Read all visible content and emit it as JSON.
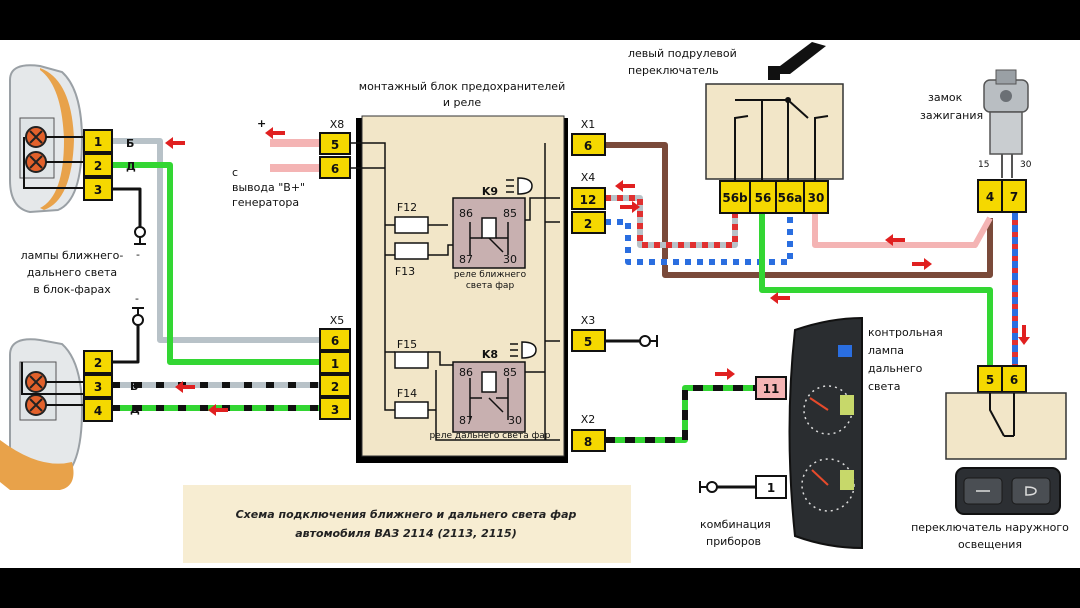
{
  "labels": {
    "block_title_1": "монтажный блок предохранителей",
    "block_title_2": "и реле",
    "gen_1": "с",
    "gen_2": "вывода \"В+\"",
    "gen_3": "генератора",
    "lamps_1": "лампы ближнего-",
    "lamps_2": "дальнего света",
    "lamps_3": "в блок-фарах",
    "switch_1": "левый подрулевой",
    "switch_2": "переключатель",
    "ign_1": "замок",
    "ign_2": "зажигания",
    "ctrl_1": "контрольная",
    "ctrl_2": "лампа",
    "ctrl_3": "дальнего",
    "ctrl_4": "света",
    "combo_1": "комбинация",
    "combo_2": "приборов",
    "outer_1": "переключатель наружного",
    "outer_2": "освещения",
    "caption_1": "Схема подключения ближнего и дальнего света  фар",
    "caption_2": "автомобиля ВАЗ 2114 (2113, 2115)",
    "relay_near": "реле ближнего",
    "relay_near_2": "света фар",
    "relay_far": "реле дальнего света фар"
  },
  "block": {
    "x8": "X8",
    "x5": "X5",
    "x1": "X1",
    "x4": "X4",
    "x3": "X3",
    "x2": "X2",
    "f12": "F12",
    "f13": "F13",
    "f14": "F14",
    "f15": "F15",
    "k9": "K9",
    "k8": "K8",
    "r86": "86",
    "r85": "85",
    "r87": "87",
    "r30": "30"
  },
  "pins": {
    "x8": [
      "5",
      "6"
    ],
    "x5": [
      "6",
      "1",
      "2",
      "3"
    ],
    "x1": "6",
    "x4": [
      "12",
      "2"
    ],
    "x3": "5",
    "x2": "8",
    "headlamp_top": [
      "1",
      "2",
      "3"
    ],
    "headlamp_bottom": [
      "2",
      "3",
      "4"
    ],
    "wire_tags": [
      "Б",
      "Д",
      "Б",
      "Д"
    ],
    "switch": [
      "56b",
      "56",
      "56a",
      "30"
    ],
    "ignition": [
      "4",
      "7"
    ],
    "ignition_terminals": [
      "15",
      "30"
    ],
    "instr_11": "11",
    "instr_1": "1",
    "outer": [
      "5",
      "6"
    ],
    "polarity": [
      "+",
      "-",
      "-",
      "-",
      "-"
    ]
  },
  "colors": {
    "background": "#ffffff",
    "block_fill": "#f2e6c8",
    "connector": "#f5d800",
    "wire_green": "#33d633",
    "wire_grey": "#b8c2c8",
    "wire_brown": "#7a4a3a",
    "wire_pink": "#f4b4b4",
    "wire_blue": "#2a6ee0",
    "wire_red": "#e03030",
    "arrow": "#e02020",
    "caption_fill": "#f7edd2"
  }
}
